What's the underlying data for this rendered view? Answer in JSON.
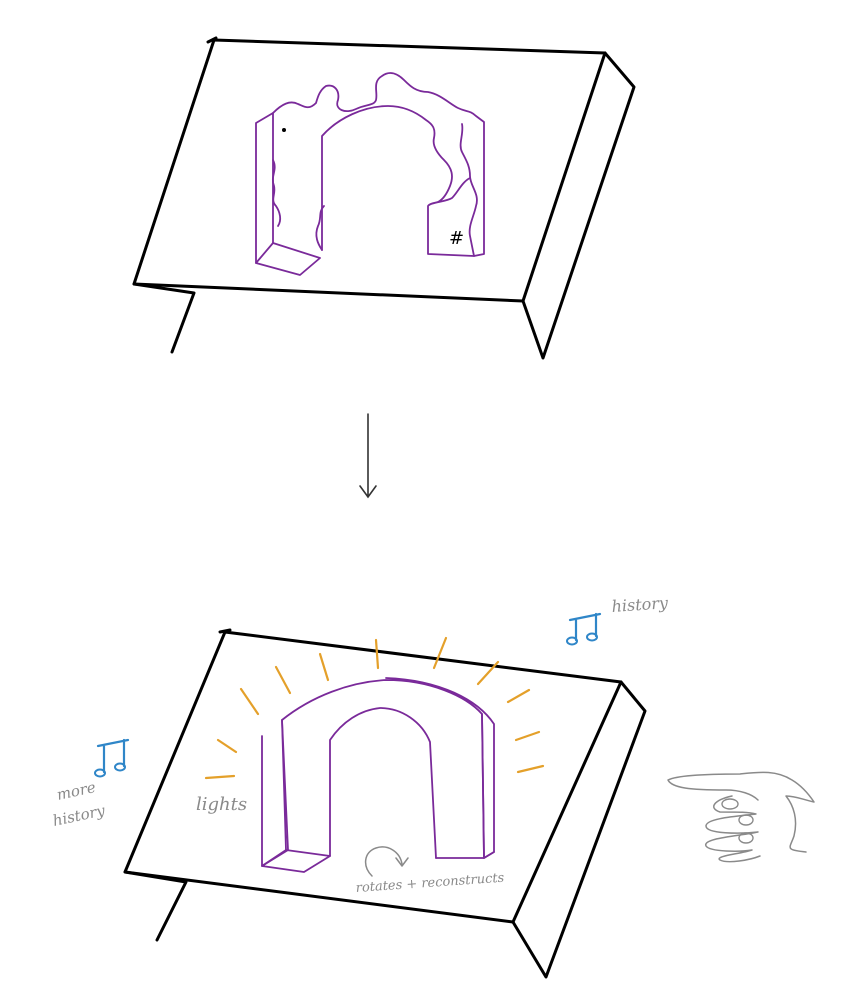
{
  "labels": {
    "marker": "#",
    "history": "history",
    "more_history": [
      "more",
      "history"
    ],
    "lights": "lights",
    "rotates": "rotates + reconstructs"
  },
  "colors": {
    "table": "#000000",
    "arch": "#7a2a9a",
    "light_rays": "#e4a02a",
    "music_notes": "#2f86c8",
    "annotation_text": "#8a8a8a"
  },
  "icons": {
    "music_note": "music-note-icon",
    "rotate_arrow": "rotate-arrow-icon",
    "pointing_hand": "pointing-hand-icon",
    "down_arrow": "down-arrow-icon"
  }
}
